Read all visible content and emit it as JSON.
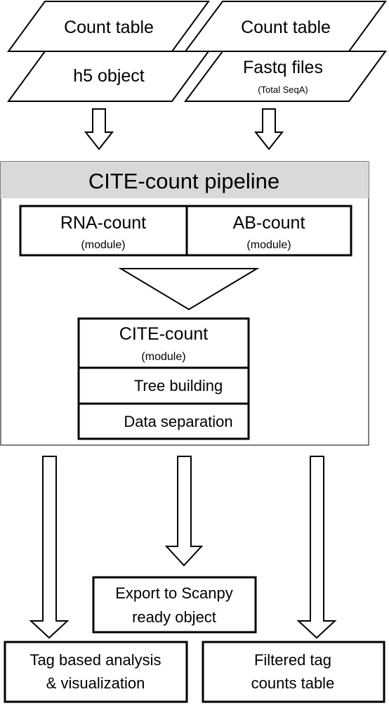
{
  "inputs": {
    "left_top": "Count table",
    "right_top": "Count table",
    "left_bottom": "h5 object",
    "right_bottom": "Fastq files",
    "right_bottom_sub": "(Total SeqA)"
  },
  "pipeline": {
    "title": "CITE-count pipeline",
    "header_color": "#d9d9d9",
    "rna_module": {
      "label": "RNA-count",
      "sub": "(module)"
    },
    "ab_module": {
      "label": "AB-count",
      "sub": "(module)"
    },
    "cite_module": {
      "label": "CITE-count",
      "sub": "(module)"
    },
    "tree_building": "Tree building",
    "data_separation": "Data separation"
  },
  "outputs": {
    "export_line1": "Export to Scanpy",
    "export_line2": "ready object",
    "tag_line1": "Tag based analysis",
    "tag_line2": "& visualization",
    "filtered_line1": "Filtered tag",
    "filtered_line2": "counts table"
  }
}
